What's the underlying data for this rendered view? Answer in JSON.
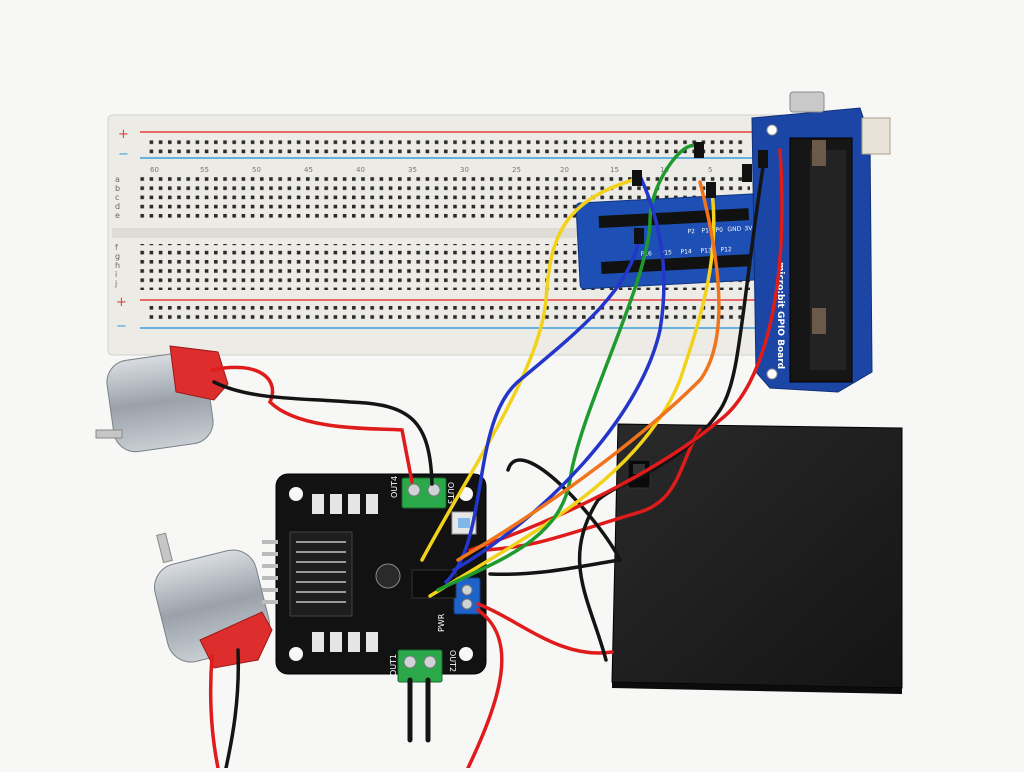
{
  "breadboard": {
    "rail_plus": "+",
    "rail_minus": "−",
    "row_letters_top": [
      "a",
      "b",
      "c",
      "d",
      "e"
    ],
    "row_letters_bottom": [
      "f",
      "g",
      "h",
      "i",
      "j"
    ],
    "column_numbers": [
      "60",
      "55",
      "50",
      "45",
      "40",
      "35",
      "30",
      "25",
      "20",
      "15",
      "10",
      "5"
    ]
  },
  "gpio_board": {
    "label": "micro:bit GPIO Board",
    "pin_labels_top": [
      "P2",
      "P1",
      "P0",
      "GND",
      "3V"
    ],
    "pin_labels_bottom": [
      "P16",
      "P15",
      "P14",
      "P13",
      "P12"
    ]
  },
  "driver_board": {
    "out1": "OUT1",
    "out2": "OUT2",
    "out3": "OUT3",
    "out4": "OUT4",
    "pwr": "PWR"
  },
  "colors": {
    "wire_red": "#e01b1b",
    "wire_black": "#141414",
    "wire_yellow": "#f2d21a",
    "wire_green": "#1f9a2e",
    "wire_blue": "#2336c9",
    "wire_orange": "#f0741c",
    "board_black": "#121212",
    "pcb_blue": "#1b46a6",
    "terminal_green": "#2aa84a",
    "terminal_blue": "#1f63c9"
  }
}
